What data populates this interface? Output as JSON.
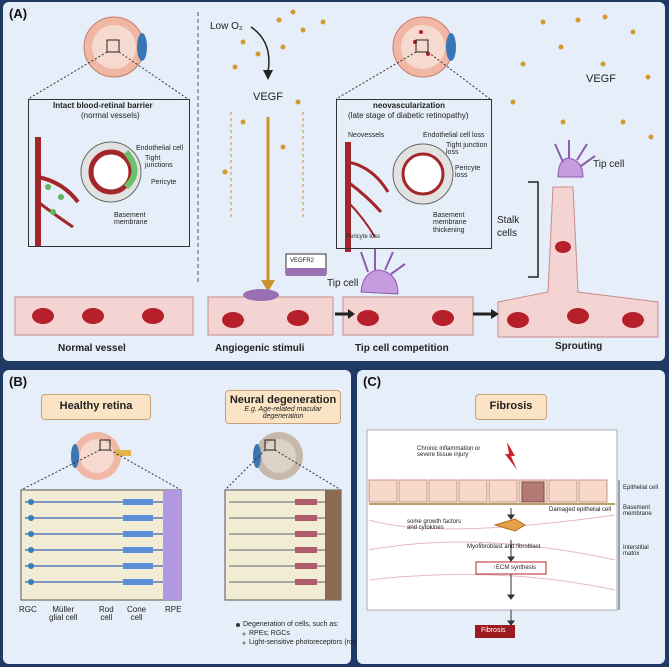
{
  "colors": {
    "background": "#1f3a63",
    "panel": "#e6eff9",
    "vessel": "#f4d3d3",
    "rbc": "#b5202a",
    "vegf": "#d49a2e",
    "arrow": "#c8922e",
    "tip_cell": "#b98ad8",
    "fibrosis_box": "#9c1b20"
  },
  "panel_a": {
    "label": "(A)",
    "low_o2": "Low O₂",
    "vegf_center": "VEGF",
    "vegf_right": "VEGF",
    "intact_box": {
      "title": "Intact blood-retinal barrier",
      "subtitle": "(normal vessels)",
      "endothelial": "Endothelial cell",
      "tight": "Tight\njunctions",
      "pericyte": "Pericyte",
      "basement": "Basement\nmembrane"
    },
    "neo_box": {
      "title": "neovascularization",
      "subtitle": "(late stage of diabetic retinopathy)",
      "neovessels": "Neovessels",
      "endo_loss": "Endothelial cell loss",
      "tight_loss": "Tight junction\nloss",
      "pericyte_loss": "Pericyte\nloss",
      "pericyte_loss_small": "Pericyte loss",
      "bm_thick": "Basement\nmembrane\nthickening"
    },
    "vegfr2": "VEGFR2",
    "tip_cell_mid": "Tip cell",
    "tip_cell_right": "Tip cell",
    "stalk": "Stalk\ncells",
    "stages": [
      "Normal vessel",
      "Angiogenic stimuli",
      "Tip cell competition",
      "Sprouting"
    ]
  },
  "panel_b": {
    "label": "(B)",
    "healthy_title": "Healthy retina",
    "neuro_title": "Neural degeneration",
    "neuro_subtitle": "E.g. Age-related macular degeneration",
    "cell_labels": [
      "RGC",
      "Müller\nglial cell",
      "Rod\ncell",
      "Cone\ncell",
      "RPE"
    ],
    "degen_header": "Degeneration of cells, such as:",
    "degen_items": [
      "RPEs; RGCs",
      "Light-sensitive photoreceptors (rods and cones)"
    ]
  },
  "panel_c": {
    "label": "(C)",
    "title": "Fibrosis",
    "chronic": "Chronic inflammation or\nsevere tissue injury",
    "epithelial": "Epithelial cell",
    "basement": "Basement\nmembrane",
    "interstitial": "Interstitial\nmatrix",
    "damaged": "Damaged epithelial cell",
    "growth": "some growth factors\nand cytokines",
    "myofib": "Myofibroblast and fibroblast",
    "ecm": "↑ECM synthesis",
    "fibrosis": "Fibrosis"
  }
}
